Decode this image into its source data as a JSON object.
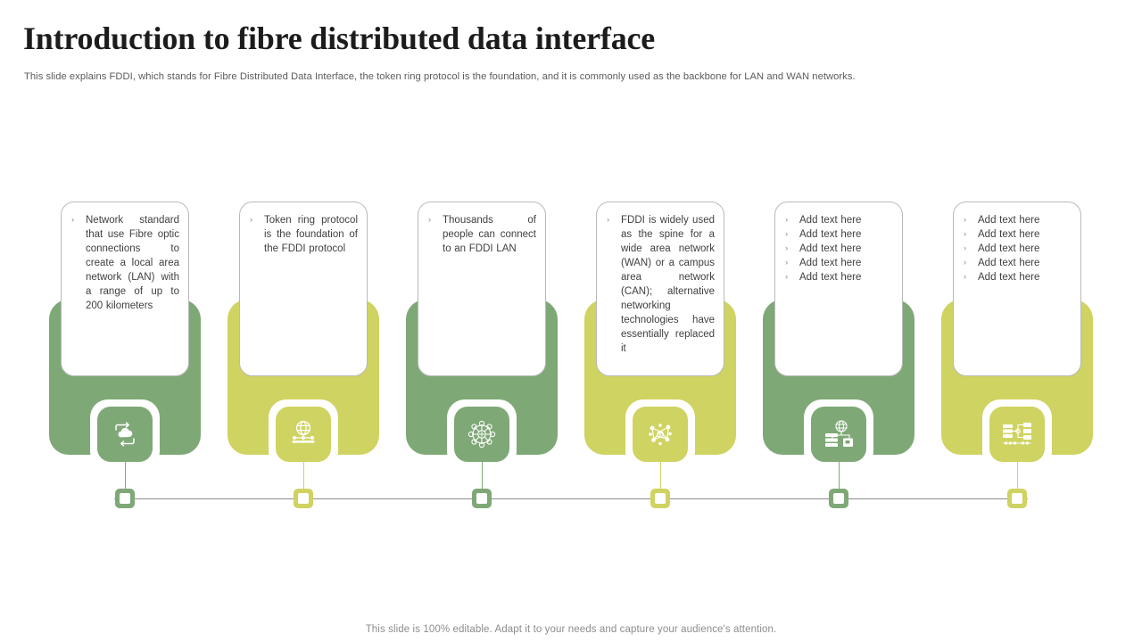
{
  "header": {
    "title": "Introduction to fibre distributed data interface",
    "subtitle": "This slide explains FDDI, which stands for Fibre Distributed Data Interface, the token ring protocol is the foundation, and it is commonly used as the backbone for LAN and WAN networks."
  },
  "footer": {
    "note": "This slide is 100% editable. Adapt it to your needs and capture your audience's attention."
  },
  "palette": {
    "green": "#7FA877",
    "lime": "#CFD361",
    "card_border": "#B9B9B9",
    "body_text": "#3F3F3F",
    "muted_text": "#8D8D8D",
    "rail": "#8C8C8C"
  },
  "bullet_glyph": "›",
  "columns": [
    {
      "index": 1,
      "color": "#7FA877",
      "icon": "cloud-sync-icon",
      "bullets": [
        "Network standard that use Fibre optic connections to create a local area network (LAN) with a range of up to 200 kilometers"
      ]
    },
    {
      "index": 2,
      "color": "#CFD361",
      "icon": "globe-network-icon",
      "bullets": [
        "Token ring protocol is the foundation of the FDDI protocol"
      ]
    },
    {
      "index": 3,
      "color": "#7FA877",
      "icon": "mesh-topology-icon",
      "bullets": [
        "Thousands of people can connect to an FDDI LAN"
      ]
    },
    {
      "index": 4,
      "color": "#CFD361",
      "icon": "node-cluster-icon",
      "bullets": [
        "FDDI is widely used as the spine for a wide area network (WAN) or a campus area network (CAN); alternative networking technologies have essentially replaced it"
      ]
    },
    {
      "index": 5,
      "color": "#7FA877",
      "icon": "server-globe-icon",
      "bullets": [
        "Add text here",
        "Add text here",
        "Add text here",
        "Add text here",
        "Add text here"
      ]
    },
    {
      "index": 6,
      "color": "#CFD361",
      "icon": "server-rack-network-icon",
      "bullets": [
        "Add text here",
        "Add text here",
        "Add text here",
        "Add text here",
        "Add text here"
      ]
    }
  ]
}
